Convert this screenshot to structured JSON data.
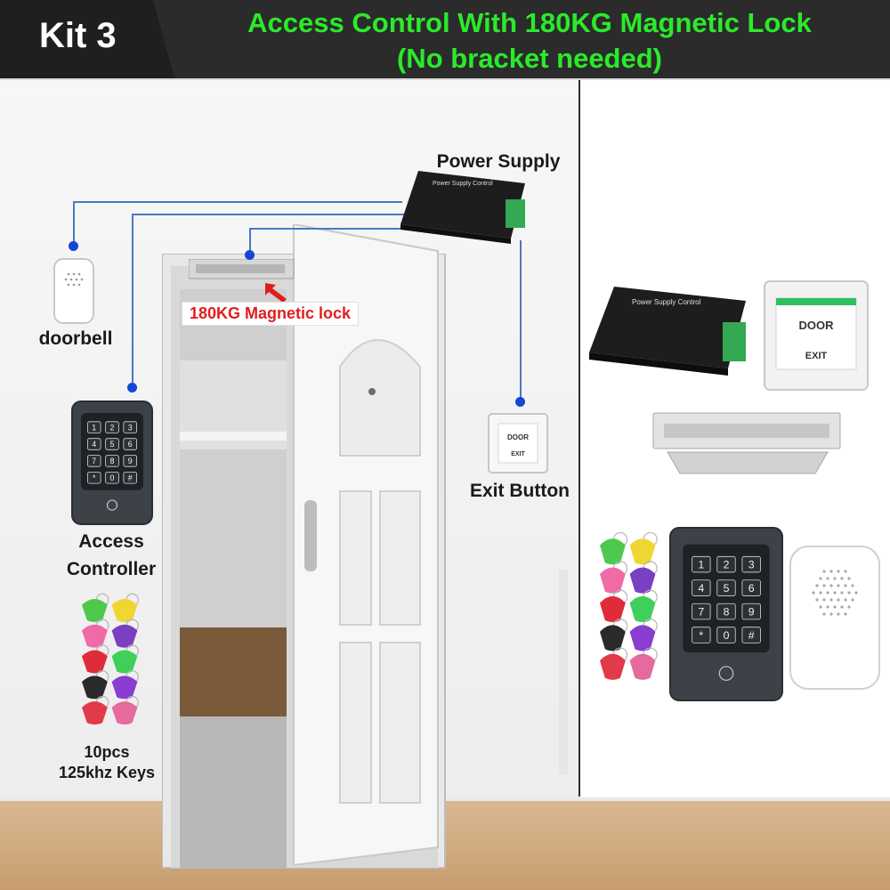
{
  "header": {
    "kit_label": "Kit 3",
    "title_line1": "Access Control With 180KG Magnetic Lock",
    "title_line2": "(No bracket needed)",
    "title_color": "#2bea2b"
  },
  "diagram": {
    "power_supply_label": "Power Supply",
    "doorbell_label": "doorbell",
    "access_controller_line1": "Access",
    "access_controller_line2": "Controller",
    "exit_button_label": "Exit Button",
    "magnetic_lock_label": "180KG Magnetic lock",
    "keys_line1": "10pcs",
    "keys_line2": "125khz Keys",
    "power_box_title": "Power Supply Control",
    "exit_plate_line1": "DOOR",
    "exit_plate_line2": "EXIT",
    "wire_color": "#4a78c4",
    "dot_color": "#1446d4",
    "lock_label_color": "#e11d1d"
  },
  "keypad": {
    "keys": [
      "1",
      "2",
      "3",
      "4",
      "5",
      "6",
      "7",
      "8",
      "9",
      "*",
      "0",
      "#"
    ]
  },
  "fob_colors": [
    "#4ec94e",
    "#f0d630",
    "#f06aa8",
    "#7b3fc2",
    "#e02c3a",
    "#3fcf5a",
    "#2a2a2a",
    "#8a3dd0",
    "#e23a4a",
    "#e56aa0"
  ]
}
